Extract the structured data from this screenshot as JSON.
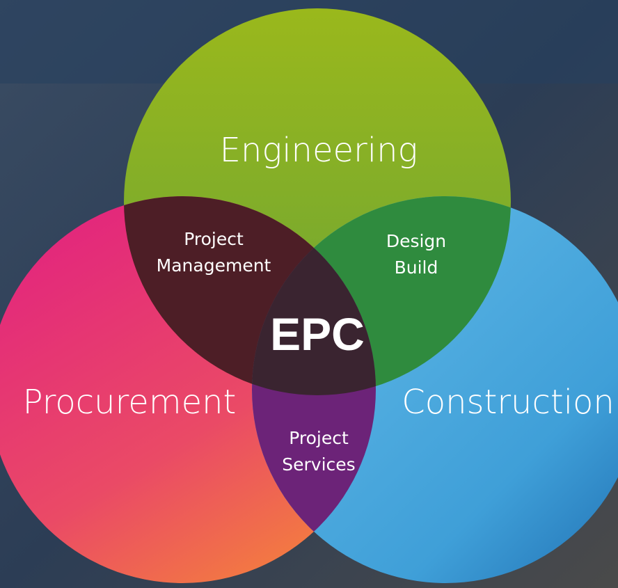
{
  "sets": {
    "engineering": "Engineering",
    "procurement": "Procurement",
    "construction": "Construction"
  },
  "overlaps": {
    "engineering_procurement": [
      "Project",
      "Management"
    ],
    "engineering_construction": [
      "Design",
      "Build"
    ],
    "procurement_construction": [
      "Project",
      "Services"
    ]
  },
  "center": "EPC",
  "colors": {
    "engineering": "#8cb12a",
    "procurement": "#e3307a",
    "construction": "#4aa6e0",
    "project_management": "#4d1e26",
    "design_build": "#2f8b3e",
    "project_services": "#6c2378",
    "epc": "#3a2430"
  }
}
